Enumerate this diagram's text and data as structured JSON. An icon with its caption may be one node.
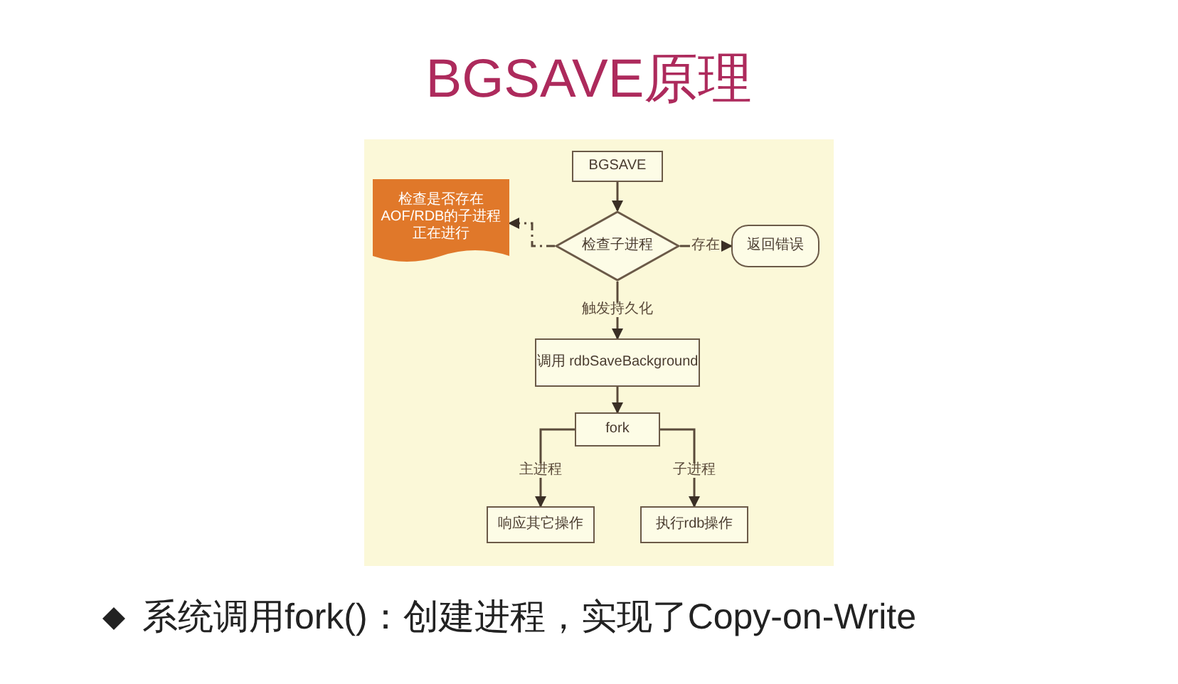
{
  "diagram": {
    "title": "BGSAVE原理",
    "nodes": [
      {
        "text": [
          "BGSAVE"
        ]
      },
      {
        "text": [
          "检查子进程"
        ]
      },
      {
        "text": [
          "检查是否存在AOF/RDB的子进程正在进行"
        ]
      },
      {
        "text": [
          "返回错误"
        ]
      },
      {
        "text": [
          "调用 rdbSaveBackground"
        ]
      },
      {
        "text": [
          "fork"
        ]
      },
      {
        "text": [
          "响应其它操作"
        ]
      },
      {
        "text": [
          "执行rdb操作"
        ]
      }
    ],
    "edges": [
      {
        "from": 0,
        "to": 1,
        "arrow": "to"
      },
      {
        "from": 1,
        "to": 2,
        "arrow": "to",
        "style": "dashed"
      },
      {
        "from": 1,
        "to": 3,
        "arrow": "to",
        "label": "存在"
      },
      {
        "from": 1,
        "to": 4,
        "arrow": "to",
        "label": "触发持久化"
      },
      {
        "from": 4,
        "to": 5,
        "arrow": "to"
      },
      {
        "from": 5,
        "to": 6,
        "arrow": "to",
        "label": "主进程"
      },
      {
        "from": 5,
        "to": 7,
        "arrow": "to",
        "label": "子进程"
      }
    ],
    "labels": [
      "系统调用fork()：创建进程，实现了Copy-on-Write"
    ]
  }
}
